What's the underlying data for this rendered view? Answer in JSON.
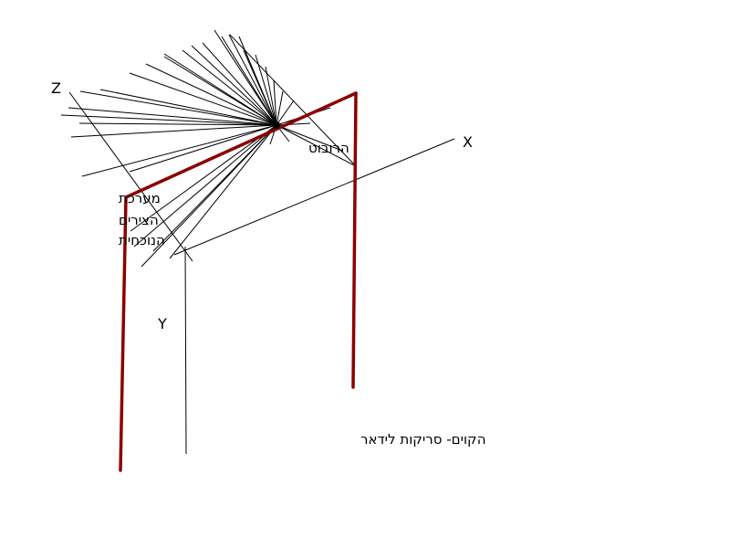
{
  "axes": {
    "z_label": "Z",
    "x_label": "X",
    "y_label": "Y"
  },
  "labels": {
    "robot": "הרובוט",
    "coord_system_line1": "מערכת",
    "coord_system_line2": "הצירים",
    "coord_system_line3": "הנוכחית",
    "lidar_caption": "הקוים- סריקות לידאר"
  },
  "colors": {
    "frame": "#8b0000",
    "lines": "#000000"
  }
}
